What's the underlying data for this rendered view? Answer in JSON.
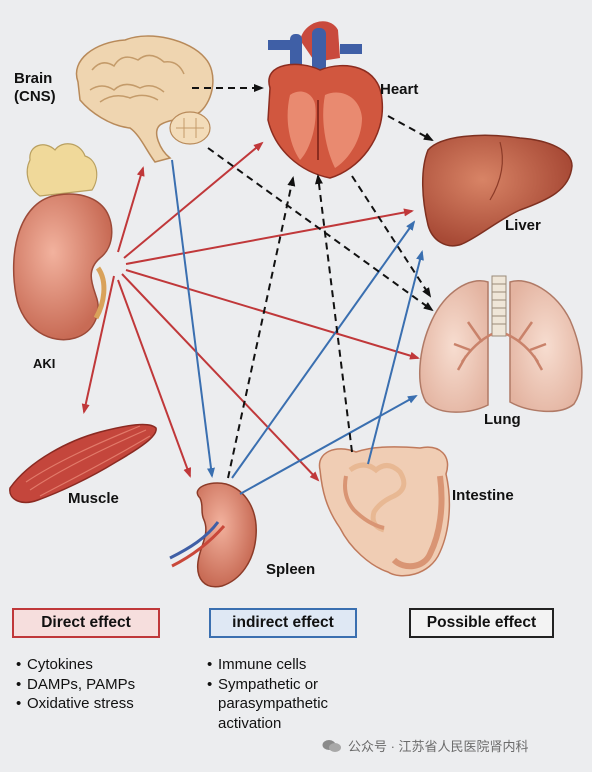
{
  "organs": {
    "brain": "Brain\n(CNS)",
    "heart": "Heart",
    "liver": "Liver",
    "lung": "Lung",
    "aki": "AKI",
    "muscle": "Muscle",
    "spleen": "Spleen",
    "intestine": "Intestine"
  },
  "legend": {
    "direct": {
      "title": "Direct effect",
      "items": [
        "Cytokines",
        "DAMPs, PAMPs",
        "Oxidative stress"
      ]
    },
    "indirect": {
      "title": "indirect effect",
      "items": [
        "Immune cells",
        "Sympathetic or",
        "parasympathetic",
        "activation"
      ]
    },
    "possible": {
      "title": "Possible effect"
    }
  },
  "watermark": "公众号 · 江苏省人民医院肾内科",
  "colors": {
    "direct": "#c0383a",
    "indirect": "#3a6fb0",
    "possible": "#222222"
  }
}
